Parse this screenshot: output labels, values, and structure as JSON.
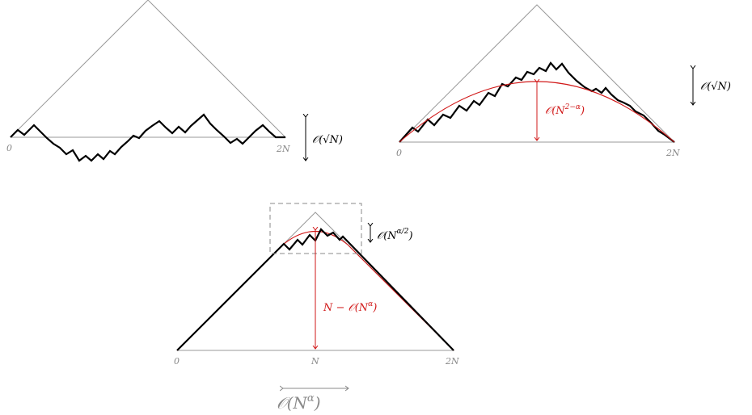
{
  "labels": {
    "fig1_zero": "0",
    "fig1_two_n": "2N",
    "fig1_scale": "𝒪(√N)",
    "fig2_zero": "0",
    "fig2_two_n": "2N",
    "fig2_scale": "𝒪(√N)",
    "fig2_red_height": "𝒪(N",
    "fig2_red_exp": "2−α",
    "fig2_red_close": ")",
    "fig3_zero": "0",
    "fig3_n": "N",
    "fig3_two_n": "2N",
    "fig3_red_height": "N − 𝒪(N",
    "fig3_red_exp": "α",
    "fig3_red_close": ")",
    "fig3_box_scale": "𝒪(N",
    "fig3_box_exp": "α/2",
    "fig3_box_close": ")",
    "fig3_width": "𝒪(N",
    "fig3_width_exp": "α",
    "fig3_width_close": ")"
  },
  "colors": {
    "triangle": "#999999",
    "path": "#000000",
    "red": "#d11919",
    "box": "#888888"
  }
}
